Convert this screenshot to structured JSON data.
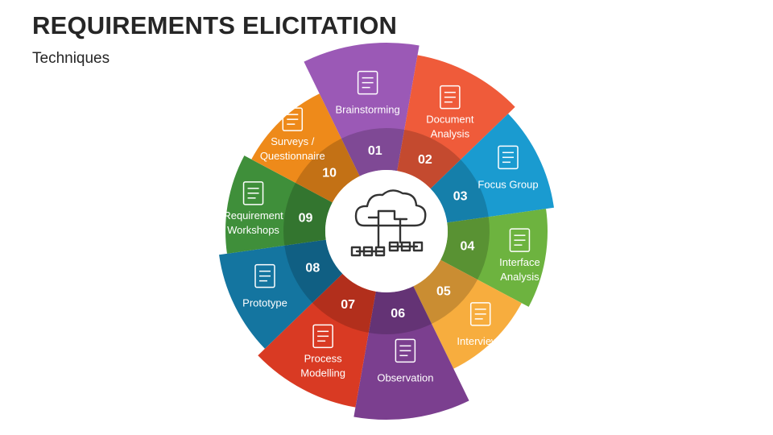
{
  "header": {
    "title": "REQUIREMENTS ELICITATION",
    "subtitle": "Techniques"
  },
  "segments": [
    {
      "number": "01",
      "lines": [
        "Brainstorming"
      ],
      "color": "#9B59B6",
      "icon": "brain-head-icon"
    },
    {
      "number": "02",
      "lines": [
        "Document",
        "Analysis"
      ],
      "color": "#EF5B3A",
      "icon": "document-eye-icon"
    },
    {
      "number": "03",
      "lines": [
        "Focus Group"
      ],
      "color": "#1A9BD0",
      "icon": "group-chat-icon"
    },
    {
      "number": "04",
      "lines": [
        "Interface",
        "Analysis"
      ],
      "color": "#6DB33F",
      "icon": "monitor-chart-icon"
    },
    {
      "number": "05",
      "lines": [
        "Interviews"
      ],
      "color": "#F7AD3E",
      "icon": "interview-icon"
    },
    {
      "number": "06",
      "lines": [
        "Observation"
      ],
      "color": "#7B3F8F",
      "icon": "clipboard-magnifier-icon"
    },
    {
      "number": "07",
      "lines": [
        "Process",
        "Modelling"
      ],
      "color": "#D93A23",
      "icon": "gear-process-icon"
    },
    {
      "number": "08",
      "lines": [
        "Prototype"
      ],
      "color": "#1475A0",
      "icon": "prototype-gear-icon"
    },
    {
      "number": "09",
      "lines": [
        "Requirement",
        "Workshops"
      ],
      "color": "#3F8F3A",
      "icon": "presentation-board-icon"
    },
    {
      "number": "10",
      "lines": [
        "Surveys /",
        "Questionnaire"
      ],
      "color": "#EE8A1A",
      "icon": "survey-checklist-icon"
    }
  ],
  "center": {
    "icon": "cloud-network-icon"
  }
}
